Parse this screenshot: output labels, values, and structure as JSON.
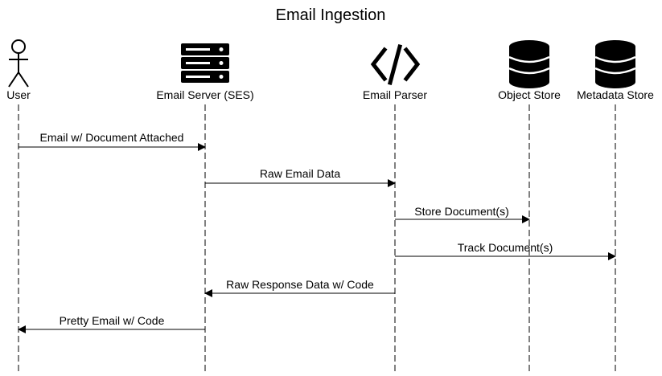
{
  "title": "Email Ingestion",
  "participants": [
    {
      "id": "user",
      "label": "User",
      "icon": "actor-icon"
    },
    {
      "id": "ses",
      "label": "Email Server (SES)",
      "icon": "server-icon"
    },
    {
      "id": "parser",
      "label": "Email Parser",
      "icon": "code-icon"
    },
    {
      "id": "object",
      "label": "Object Store",
      "icon": "database-icon"
    },
    {
      "id": "meta",
      "label": "Metadata Store",
      "icon": "database-icon"
    }
  ],
  "messages": [
    {
      "from": "user",
      "to": "ses",
      "label": "Email w/ Document Attached"
    },
    {
      "from": "ses",
      "to": "parser",
      "label": "Raw Email Data"
    },
    {
      "from": "parser",
      "to": "object",
      "label": "Store Document(s)"
    },
    {
      "from": "parser",
      "to": "meta",
      "label": "Track Document(s)"
    },
    {
      "from": "parser",
      "to": "ses",
      "label": "Raw Response Data w/ Code"
    },
    {
      "from": "ses",
      "to": "user",
      "label": "Pretty Email w/ Code"
    }
  ]
}
